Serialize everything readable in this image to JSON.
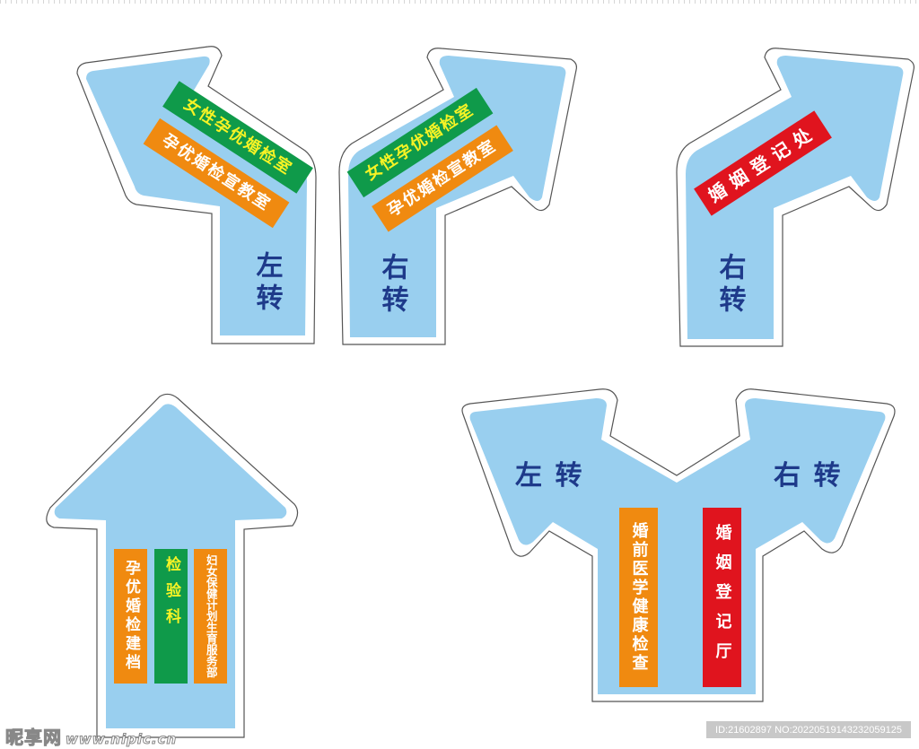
{
  "colors": {
    "arrow_fill": "#99cfef",
    "turn_text": "#1e3a8a",
    "green": "#0f9a4a",
    "orange": "#f08a10",
    "red": "#e0141e",
    "green_text": "#f7f325",
    "orange_text": "#ffffff"
  },
  "signs": [
    {
      "id": "sign-1",
      "direction": "left-turn",
      "turn_label": "左转",
      "labels": [
        {
          "text": "女性孕优婚检室",
          "color": "green"
        },
        {
          "text": "孕优婚检宣教室",
          "color": "orange"
        }
      ]
    },
    {
      "id": "sign-2",
      "direction": "right-turn",
      "turn_label": "右转",
      "labels": [
        {
          "text": "女性孕优婚检室",
          "color": "green"
        },
        {
          "text": "孕优婚检宣教室",
          "color": "orange"
        }
      ]
    },
    {
      "id": "sign-3",
      "direction": "right-turn",
      "turn_label": "右转",
      "labels": [
        {
          "text": "婚姻登记处",
          "color": "red"
        }
      ]
    },
    {
      "id": "sign-4",
      "direction": "straight",
      "labels": [
        {
          "text": "孕优婚检建档",
          "color": "orange"
        },
        {
          "text": "检验科",
          "color": "green"
        },
        {
          "text": "妇女保健计划生育服务部",
          "color": "orange"
        }
      ]
    },
    {
      "id": "sign-5",
      "direction": "fork",
      "left_label": "左 转",
      "right_label": "右 转",
      "labels": [
        {
          "text": "婚前医学健康检查",
          "color": "orange"
        },
        {
          "text": "婚姻登记厅",
          "color": "red"
        }
      ]
    }
  ],
  "watermark": {
    "brand": "昵享网",
    "url": "www.nipic.cn"
  },
  "id_bar": "ID:21602897 NO:20220519143232059125"
}
